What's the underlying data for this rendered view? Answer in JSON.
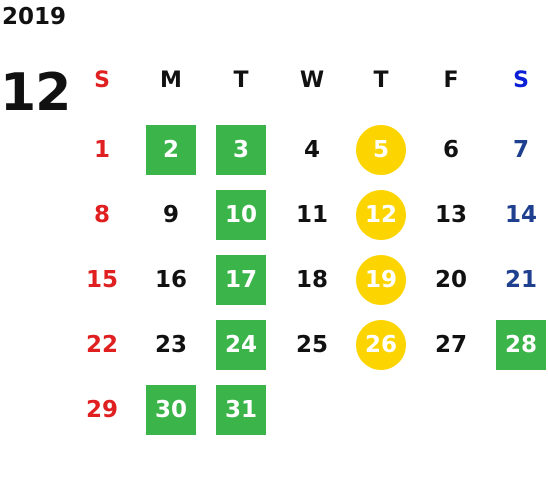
{
  "calendar": {
    "year": "2019",
    "month": "12",
    "weekdays": [
      "S",
      "M",
      "T",
      "W",
      "T",
      "F",
      "S"
    ],
    "first_weekday_index": 0,
    "days": [
      {
        "day": "1",
        "mark": "none"
      },
      {
        "day": "2",
        "mark": "green"
      },
      {
        "day": "3",
        "mark": "green"
      },
      {
        "day": "4",
        "mark": "none"
      },
      {
        "day": "5",
        "mark": "yellow"
      },
      {
        "day": "6",
        "mark": "none"
      },
      {
        "day": "7",
        "mark": "none"
      },
      {
        "day": "8",
        "mark": "none"
      },
      {
        "day": "9",
        "mark": "none"
      },
      {
        "day": "10",
        "mark": "green"
      },
      {
        "day": "11",
        "mark": "none"
      },
      {
        "day": "12",
        "mark": "yellow"
      },
      {
        "day": "13",
        "mark": "none"
      },
      {
        "day": "14",
        "mark": "none"
      },
      {
        "day": "15",
        "mark": "none"
      },
      {
        "day": "16",
        "mark": "none"
      },
      {
        "day": "17",
        "mark": "green"
      },
      {
        "day": "18",
        "mark": "none"
      },
      {
        "day": "19",
        "mark": "yellow"
      },
      {
        "day": "20",
        "mark": "none"
      },
      {
        "day": "21",
        "mark": "none"
      },
      {
        "day": "22",
        "mark": "none"
      },
      {
        "day": "23",
        "mark": "none"
      },
      {
        "day": "24",
        "mark": "green"
      },
      {
        "day": "25",
        "mark": "none"
      },
      {
        "day": "26",
        "mark": "yellow"
      },
      {
        "day": "27",
        "mark": "none"
      },
      {
        "day": "28",
        "mark": "green"
      },
      {
        "day": "29",
        "mark": "none"
      },
      {
        "day": "30",
        "mark": "green"
      },
      {
        "day": "31",
        "mark": "green"
      }
    ]
  },
  "colors": {
    "sunday": "#e02020",
    "saturday_header": "#0a1fd6",
    "saturday_date": "#1f3f8f",
    "green_mark": "#3bb54a",
    "yellow_mark": "#fcd400",
    "text": "#111111"
  }
}
